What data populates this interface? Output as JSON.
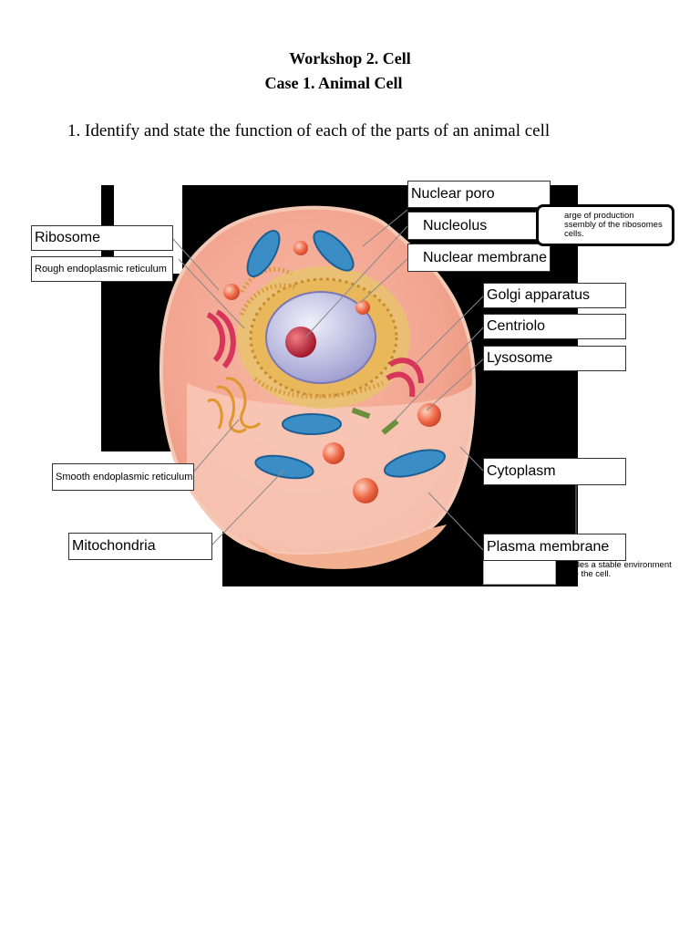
{
  "header": {
    "workshop": "Workshop 2. Cell",
    "case": "Case 1. Animal Cell"
  },
  "question": "1. Identify and state the function of each of the parts of an animal cell",
  "labels": {
    "nuclear_pore": "Nuclear poro",
    "nucleolus": "Nucleolus",
    "nuclear_membrane": "Nuclear membrane",
    "ribosome": "Ribosome",
    "rough_er": "Rough endoplasmic reticulum",
    "golgi": "Golgi apparatus",
    "centriole": "Centriolo",
    "lysosome": "Lysosome",
    "smooth_er": "Smooth endoplasmic reticulum",
    "cytoplasm": "Cytoplasm",
    "mitochondria": "Mitochondria",
    "plasma_membrane": "Plasma membrane"
  },
  "notes": {
    "nucleolus_function_l1": "arge of production",
    "nucleolus_function_l2": "ssembly of the ribosomes",
    "nucleolus_function_l3": "cells.",
    "plasma_membrane_function_l1": "provides a stable environment",
    "plasma_membrane_function_l2": "inside the cell."
  }
}
